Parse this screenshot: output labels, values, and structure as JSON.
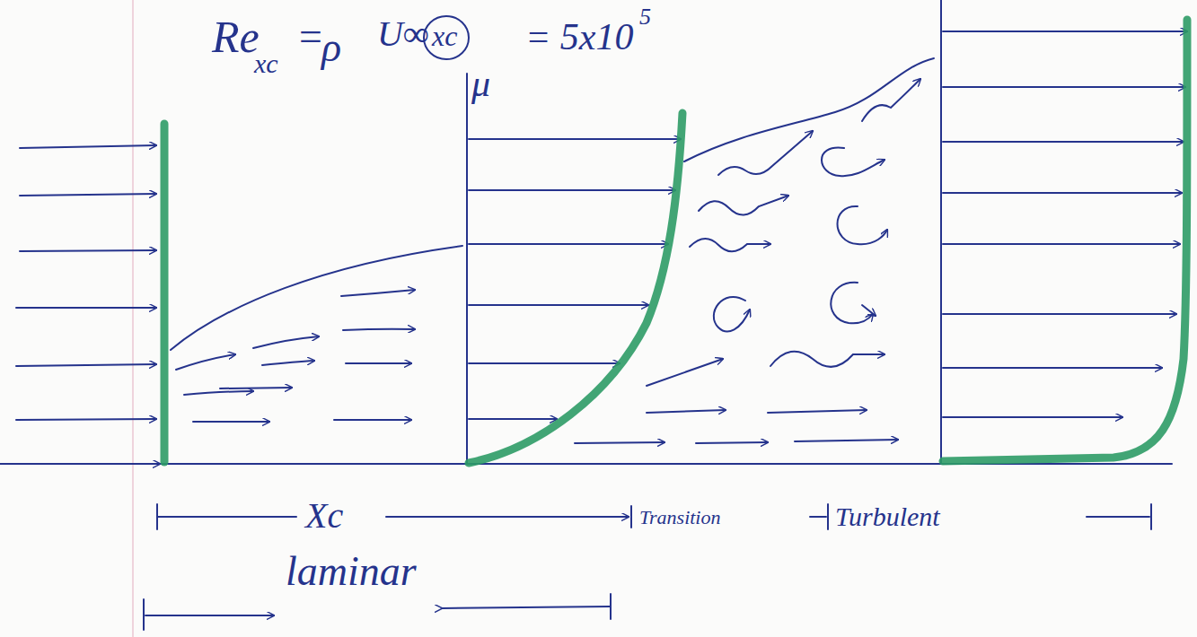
{
  "diagram": {
    "labels": [
      "Re",
      "xc",
      "=",
      "ρ",
      "U∞",
      "xc",
      "μ",
      "= 5x10",
      "5",
      "Xc",
      "Transition",
      "Turbulent",
      "laminar"
    ]
  }
}
